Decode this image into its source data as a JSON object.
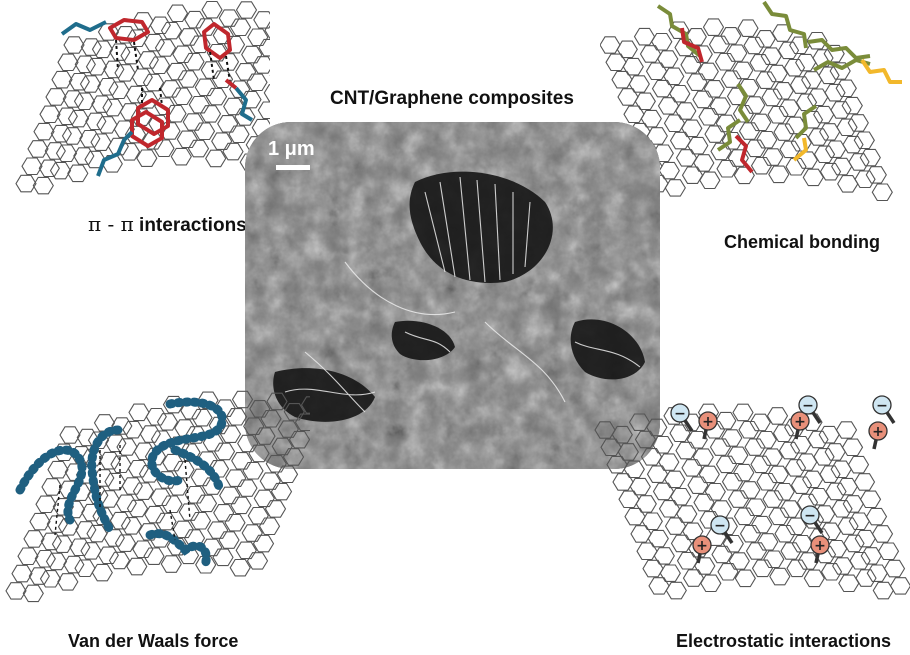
{
  "title": "CNT/Graphene composites",
  "center_image": {
    "scale_bar_label": "1 μm"
  },
  "panels": {
    "pi_pi": {
      "label_symbol": "π - π",
      "label_text": " interactions"
    },
    "chemical": {
      "label": "Chemical bonding"
    },
    "vdw": {
      "label": "Van der Waals force"
    },
    "electrostatic": {
      "label": "Electrostatic interactions",
      "positive_charge": "+",
      "negative_charge": "−"
    }
  },
  "colors": {
    "lattice": "#555555",
    "pi_red": "#c0272d",
    "pi_blue": "#1f6d8c",
    "chem_olive": "#7a8c3a",
    "chem_red": "#c0272d",
    "chem_yellow": "#f2b82b",
    "vdw_blue": "#1f5f80",
    "positive": "#e8907a",
    "negative": "#cfe6f2"
  }
}
